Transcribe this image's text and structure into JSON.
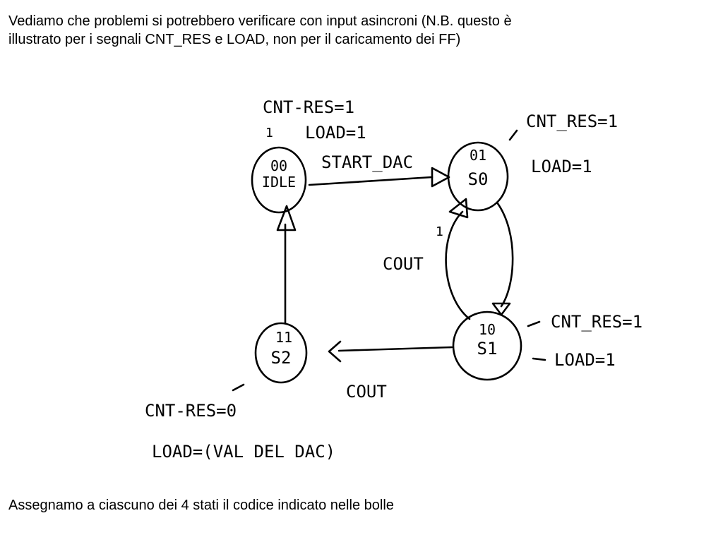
{
  "slide": {
    "intro_line1": "Vediamo che problemi si potrebbero verificare con input asincroni (N.B. questo è",
    "intro_line2": "illustrato per i segnali CNT_RES e LOAD, non per il caricamento dei FF)",
    "outro": "Assegnamo a ciascuno dei 4 stati il codice indicato nelle bolle"
  },
  "diagram": {
    "states": {
      "idle": {
        "code": "00",
        "name": "IDLE"
      },
      "s0": {
        "code": "01",
        "name": "S0"
      },
      "s1": {
        "code": "10",
        "name": "S1"
      },
      "s2": {
        "code": "11",
        "name": "S2"
      }
    },
    "transitions": {
      "idle_to_s0": "START_DAC",
      "s1_to_s0": "COUT",
      "s1_to_s2": "COUT"
    },
    "outputs": {
      "idle_cnt_res": "CNT-RES=1",
      "idle_load": "LOAD=1",
      "idle_mark": "1",
      "s0_cnt_res": "CNT_RES=1",
      "s0_load": "LOAD=1",
      "s1_cnt_res": "CNT_RES=1",
      "s1_load": "LOAD=1",
      "s2_cnt_res": "CNT-RES=0",
      "s2_load": "LOAD=(VAL DEL DAC)",
      "cout_mark": "1"
    },
    "ink_color": "#000000"
  }
}
